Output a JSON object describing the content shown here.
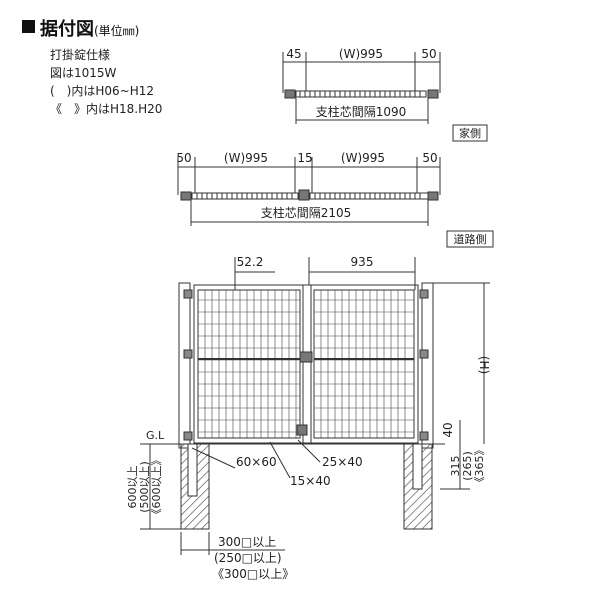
{
  "header": {
    "title": "据付図",
    "unit": "(単位㎜)"
  },
  "notes": [
    "打掛錠仕様",
    "図は1015W",
    "(　)内はH06~H12",
    "《　》内はH18.H20"
  ],
  "top_view_single": {
    "dim_left": "45",
    "dim_width": "(W)995",
    "dim_right": "50",
    "dim_post_span": "支柱芯間隔1090",
    "side_label": "家側"
  },
  "top_view_double": {
    "dim_left": "50",
    "dim_width_1": "(W)995",
    "dim_gap": "15",
    "dim_width_2": "(W)995",
    "dim_right": "50",
    "dim_post_span": "支柱芯間隔2105",
    "side_label": "道路側"
  },
  "front_view": {
    "dim_offset": "52.2",
    "dim_panel": "935",
    "dim_height": "(H)",
    "dim_clearance": "40",
    "gl_label": "G.L",
    "post_size": "60×60",
    "frame_size_a": "25×40",
    "frame_size_b": "15×40",
    "embed_left_1": "600以上",
    "embed_left_2": "(500以上)",
    "embed_left_3": "《600以上》",
    "embed_right_1": "315",
    "embed_right_2": "(265)",
    "embed_right_3": "《365》",
    "foundation_1": "300□以上",
    "foundation_2": "(250□以上)",
    "foundation_3": "《300□以上》"
  }
}
